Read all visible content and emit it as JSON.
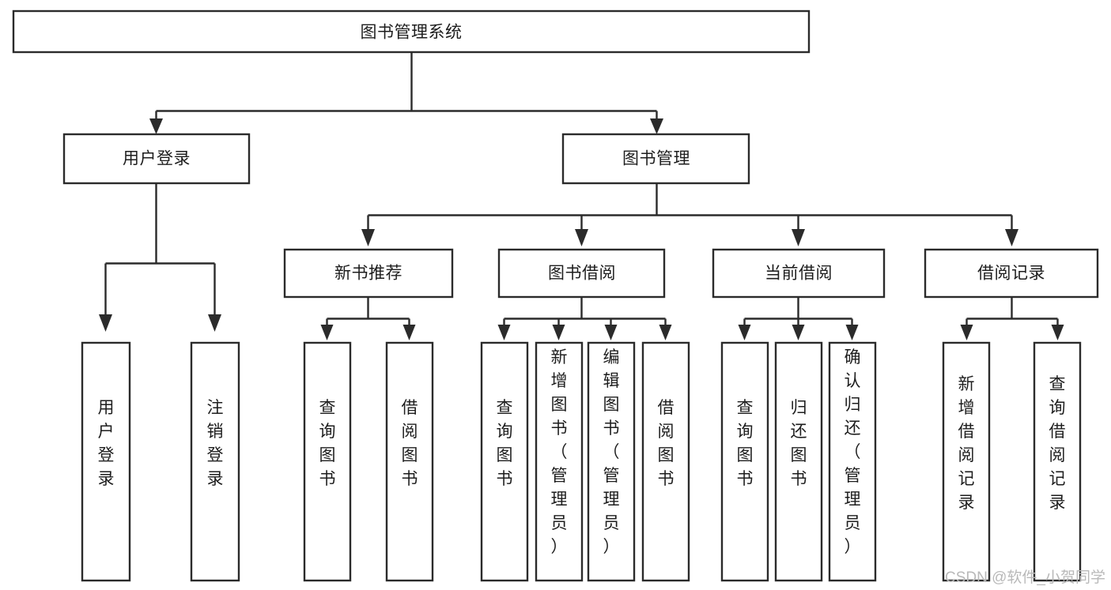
{
  "diagram": {
    "type": "tree",
    "title": "图书管理系统",
    "orientation": "top-down",
    "levels": 4,
    "root": {
      "id": "root",
      "label": "图书管理系统",
      "text_orientation": "horizontal"
    },
    "level2": [
      {
        "id": "user-login",
        "label": "用户登录",
        "text_orientation": "horizontal"
      },
      {
        "id": "book-manage",
        "label": "图书管理",
        "text_orientation": "horizontal"
      }
    ],
    "level3": [
      {
        "id": "new-book-recommend",
        "label": "新书推荐",
        "parent": "book-manage",
        "text_orientation": "horizontal"
      },
      {
        "id": "book-borrow",
        "label": "图书借阅",
        "parent": "book-manage",
        "text_orientation": "horizontal"
      },
      {
        "id": "current-borrow",
        "label": "当前借阅",
        "parent": "book-manage",
        "text_orientation": "horizontal"
      },
      {
        "id": "borrow-record",
        "label": "借阅记录",
        "parent": "book-manage",
        "text_orientation": "horizontal"
      }
    ],
    "leaves": [
      {
        "id": "leaf-user-login",
        "label": "用户登录",
        "parent": "user-login",
        "text_orientation": "vertical"
      },
      {
        "id": "leaf-logout-login",
        "label": "注销登录",
        "parent": "user-login",
        "text_orientation": "vertical"
      },
      {
        "id": "leaf-query-book-1",
        "label": "查询图书",
        "parent": "new-book-recommend",
        "text_orientation": "vertical"
      },
      {
        "id": "leaf-borrow-book-1",
        "label": "借阅图书",
        "parent": "new-book-recommend",
        "text_orientation": "vertical"
      },
      {
        "id": "leaf-query-book-2",
        "label": "查询图书",
        "parent": "book-borrow",
        "text_orientation": "vertical"
      },
      {
        "id": "leaf-add-book",
        "label": "新增图书（管理员）",
        "parent": "book-borrow",
        "text_orientation": "vertical"
      },
      {
        "id": "leaf-edit-book",
        "label": "编辑图书（管理员）",
        "parent": "book-borrow",
        "text_orientation": "vertical"
      },
      {
        "id": "leaf-borrow-book-2",
        "label": "借阅图书",
        "parent": "book-borrow",
        "text_orientation": "vertical"
      },
      {
        "id": "leaf-query-book-3",
        "label": "查询图书",
        "parent": "current-borrow",
        "text_orientation": "vertical"
      },
      {
        "id": "leaf-return-book",
        "label": "归还图书",
        "parent": "current-borrow",
        "text_orientation": "vertical"
      },
      {
        "id": "leaf-confirm-return",
        "label": "确认归还（管理员）",
        "parent": "current-borrow",
        "text_orientation": "vertical"
      },
      {
        "id": "leaf-add-record",
        "label": "新增借阅记录",
        "parent": "borrow-record",
        "text_orientation": "vertical"
      },
      {
        "id": "leaf-query-record",
        "label": "查询借阅记录",
        "parent": "borrow-record",
        "text_orientation": "vertical"
      }
    ]
  },
  "watermark": {
    "text": "CSDN @软件_小贺同学"
  },
  "colors": {
    "background": "#ffffff",
    "box_fill": "#ffffff",
    "box_stroke": "#2b2b2b",
    "connector": "#2b2b2b",
    "label_text": "#1d1d1d",
    "watermark_text": "#b9b9b9"
  }
}
